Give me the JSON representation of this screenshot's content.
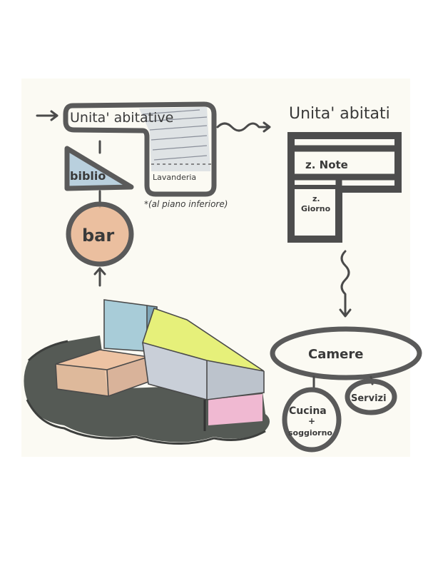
{
  "labels": {
    "unita_left": "Unita' abitative",
    "unita_right": "Unita' abitati",
    "biblio": "biblio",
    "lavanderia": "Lavanderia",
    "note_piano": "*(al piano inferiore)",
    "bar": "bar",
    "note": "z. Note",
    "giorno_1": "z.",
    "giorno_2": "Giorno",
    "camere": "Camere",
    "cucina_1": "Cucina",
    "cucina_2": "+",
    "cucina_3": "soggiorno",
    "servizi": "Servizi"
  },
  "colors": {
    "paper": "#fbfaf3",
    "marker": "#5a5a5a",
    "biblio_fill": "#a9c6d8",
    "bar_fill": "#e8b48f",
    "blue_block": "#a8ccd8",
    "green_block": "#e6f07a",
    "orange_block": "#edc3a3",
    "pink_block": "#f0b9d2",
    "grey_block": "#c9cfd8",
    "shadow": "#555a55"
  }
}
